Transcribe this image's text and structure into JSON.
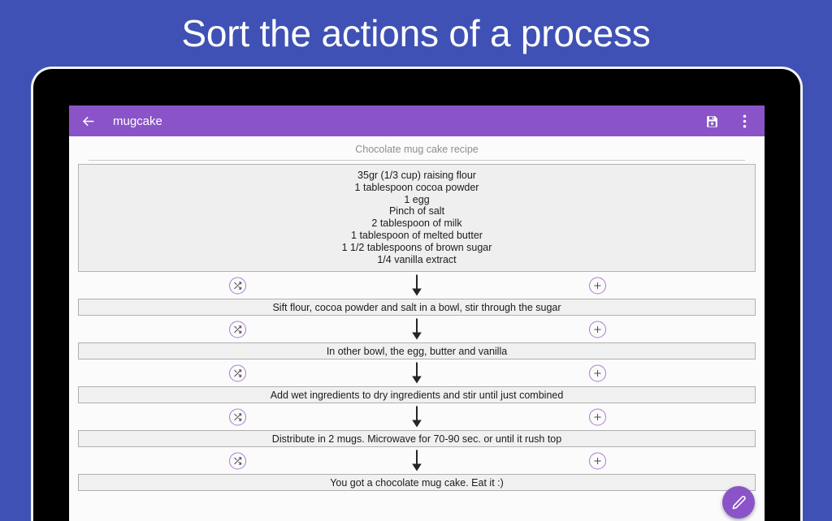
{
  "promo": {
    "headline": "Sort the actions of a process",
    "background_color": "#3f51b5",
    "text_color": "#ffffff"
  },
  "app": {
    "accent_color": "#8a54c8",
    "toolbar": {
      "back_icon": "back-arrow-icon",
      "title": "mugcake",
      "save_icon": "save-floppy-icon",
      "overflow_icon": "overflow-menu-icon"
    },
    "content": {
      "recipe_title": "Chocolate mug cake recipe",
      "ingredients": [
        "35gr (1/3 cup) raising flour",
        "1 tablespoon cocoa powder",
        "1 egg",
        "Pinch of salt",
        "2 tablespoon of milk",
        "1 tablespoon of melted butter",
        "1 1/2 tablespoons of brown sugar",
        "1/4 vanilla extract"
      ],
      "connector": {
        "shuffle_icon": "shuffle-icon",
        "add_icon": "plus-icon",
        "arrow_icon": "arrow-down-icon"
      },
      "steps": [
        "Sift flour, cocoa powder and salt in a bowl, stir through the sugar",
        "In other bowl, the egg, butter and vanilla",
        "Add wet ingredients to dry ingredients and stir until just combined",
        "Distribute in 2 mugs. Microwave for 70-90 sec. or until it rush top",
        "You got a chocolate mug cake. Eat it :)"
      ]
    },
    "fab": {
      "icon": "edit-pencil-icon",
      "color": "#8a54c8"
    }
  }
}
